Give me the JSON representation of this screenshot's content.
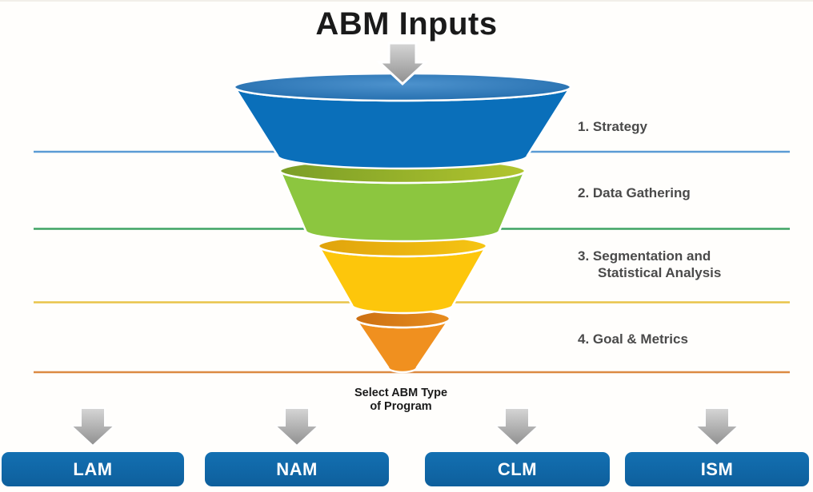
{
  "title": "ABM Inputs",
  "funnel": {
    "stages": [
      {
        "label": "1. Strategy",
        "body_color": "#0a6fba",
        "rim_colors": [
          "#4d92cd",
          "#1c67a8"
        ],
        "line_color": "#5b9bd5"
      },
      {
        "label": "2. Data Gathering",
        "body_color": "#8cc63f",
        "rim_colors": [
          "#7b9e27",
          "#b2c52e"
        ],
        "line_color": "#3fa463"
      },
      {
        "label": "3. Segmentation and",
        "label2": "Statistical Analysis",
        "body_color": "#fdc60b",
        "rim_colors": [
          "#e0a30c",
          "#f6c513"
        ],
        "line_color": "#e9c44a"
      },
      {
        "label": "4. Goal & Metrics",
        "body_color": "#f0901f",
        "rim_colors": [
          "#cc7013",
          "#e88d1e"
        ],
        "line_color": "#dc8a42"
      }
    ]
  },
  "caption": {
    "line1": "Select ABM Type",
    "line2": "of Program"
  },
  "program_types": [
    {
      "label": "LAM"
    },
    {
      "label": "NAM"
    },
    {
      "label": "CLM"
    },
    {
      "label": "ISM"
    }
  ],
  "colors": {
    "button": "#1168a9",
    "button_text": "#ffffff",
    "title_text": "#1a1a1a",
    "label_text": "#4a4a4a",
    "arrow_gradient": [
      "#d6d6d6",
      "#8f8f8f"
    ]
  },
  "icons": {
    "title_arrow": "down-arrow",
    "program_arrows": "down-arrow"
  }
}
